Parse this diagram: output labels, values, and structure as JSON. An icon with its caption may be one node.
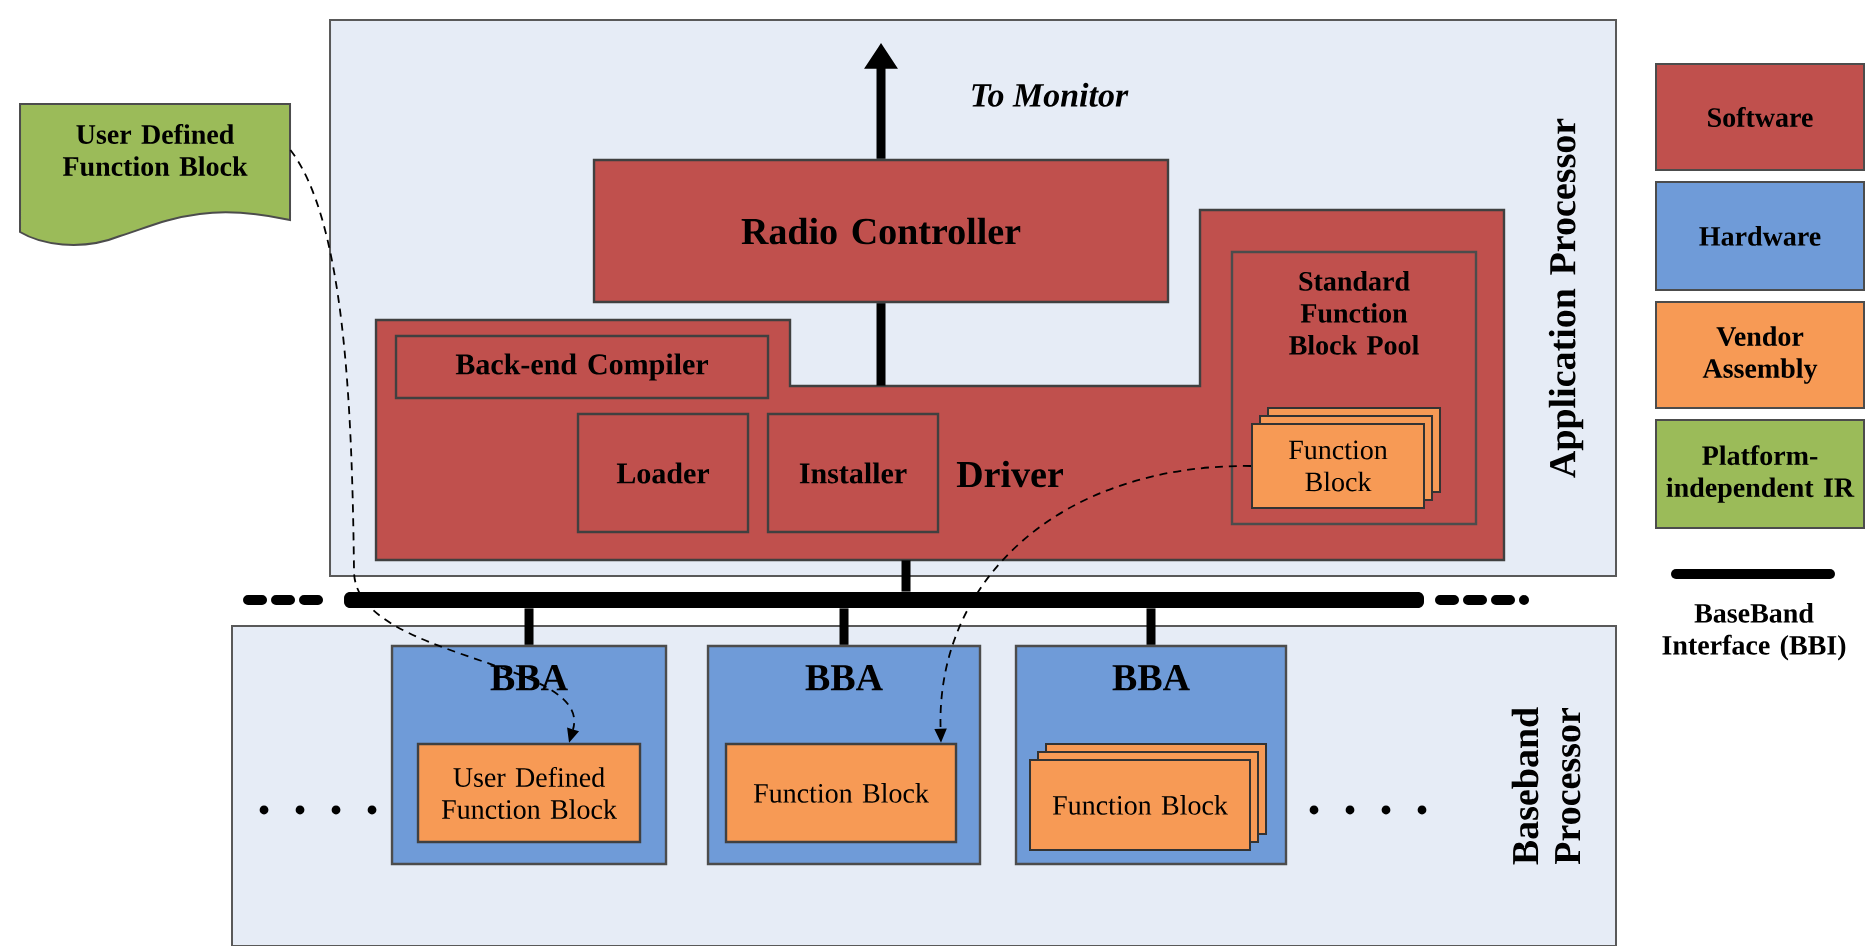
{
  "diagram": {
    "nodes": [
      {
        "text": [
          "Application Processor"
        ]
      },
      {
        "text": [
          "Radio Controller"
        ],
        "in": 0
      },
      {
        "text": [
          "Driver"
        ],
        "in": 0
      },
      {
        "text": [
          "Back-end Compiler"
        ],
        "in": 2
      },
      {
        "text": [
          "Loader"
        ],
        "in": 2
      },
      {
        "text": [
          "Installer"
        ],
        "in": 2
      },
      {
        "text": [
          "Standard Function Block Pool"
        ],
        "in": 2
      },
      {
        "text": [
          "Function Block"
        ],
        "in": 6
      },
      {
        "text": [
          "User Defined Function Block"
        ]
      },
      {
        "text": [],
        "shape": "bar"
      },
      {
        "text": [
          "Baseband Processor"
        ]
      },
      {
        "text": [
          "BBA"
        ],
        "in": 10
      },
      {
        "text": [
          "User Defined Function Block"
        ],
        "in": 11
      },
      {
        "text": [
          "BBA"
        ],
        "in": 10
      },
      {
        "text": [
          "Function Block"
        ],
        "in": 13
      },
      {
        "text": [
          "BBA"
        ],
        "in": 10
      },
      {
        "text": [
          "Function Block"
        ],
        "in": 15
      }
    ],
    "edges": [
      {
        "from": 1,
        "to": null,
        "arrow": "to",
        "label": "To Monitor"
      },
      {
        "from": 2,
        "to": 1,
        "arrow": "none"
      },
      {
        "from": 2,
        "to": 9,
        "arrow": "none"
      },
      {
        "from": 9,
        "to": 11,
        "arrow": "none"
      },
      {
        "from": 9,
        "to": 13,
        "arrow": "none"
      },
      {
        "from": 9,
        "to": 15,
        "arrow": "none"
      },
      {
        "from": 8,
        "to": 12,
        "arrow": "to",
        "style": "dashed"
      },
      {
        "from": 7,
        "to": 14,
        "arrow": "to",
        "style": "dashed"
      }
    ],
    "legend": [
      {
        "text": "Software",
        "color": "#c0504d"
      },
      {
        "text": "Hardware",
        "color": "#6f9bd8"
      },
      {
        "text": "Vendor Assembly",
        "color": "#f79a55"
      },
      {
        "text": "Platform-independent IR",
        "color": "#9bbb59"
      },
      {
        "text": "BaseBand Interface (BBI)"
      }
    ]
  }
}
